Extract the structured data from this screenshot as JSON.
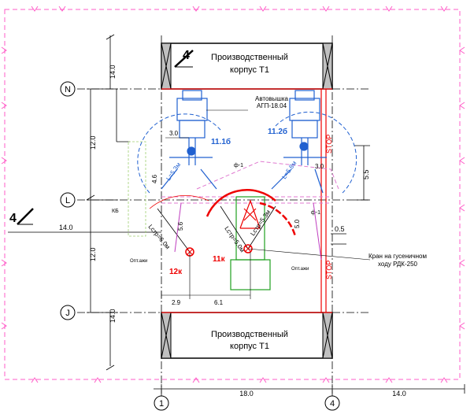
{
  "building_top": {
    "line1": "Производственный",
    "line2": "корпус Т1"
  },
  "building_bottom": {
    "line1": "Производственный",
    "line2": "корпус Т1"
  },
  "section_marker": "4",
  "axes": {
    "rows": [
      "N",
      "L",
      "J"
    ],
    "columns": [
      "1",
      "4"
    ]
  },
  "dimensions": {
    "vertical_left": [
      "14.0",
      "12.0",
      "12.0",
      "14.0"
    ],
    "left_offset": "14.0",
    "bottom": [
      "18.0",
      "14.0"
    ],
    "inner": [
      "3.0",
      "4.6",
      "5.6",
      "2.9",
      "6.1",
      "5.0",
      "3.0",
      "5.5",
      "0.5"
    ]
  },
  "equipment": {
    "lift_label_line1": "Автовышка",
    "lift_label_line2": "АГП-18.04",
    "lift_left_id": "11.1б",
    "lift_right_id": "11.2б",
    "crane_label_line1": "Кран на гусеничном",
    "crane_label_line2": "ходу РДК-250",
    "crane_pos_1": "11к",
    "crane_pos_2": "12к"
  },
  "radii": {
    "lift_left": "L=5.3м",
    "lift_right": "L=5.8м",
    "crane_1": "Lстр=5.0м",
    "crane_2": "Lстр=5.3м",
    "crane_3": "Lстр=6.0м"
  },
  "marks": {
    "stop": "STOP",
    "phi": "ф-1",
    "kb": "КБ",
    "outrigger": "Опт.ажи"
  },
  "colors": {
    "line": "#000000",
    "lift": "#2060d0",
    "danger": "#e00000",
    "crane": "#20a020",
    "guide": "#e07ad0",
    "frame": "#ff5ec8"
  }
}
